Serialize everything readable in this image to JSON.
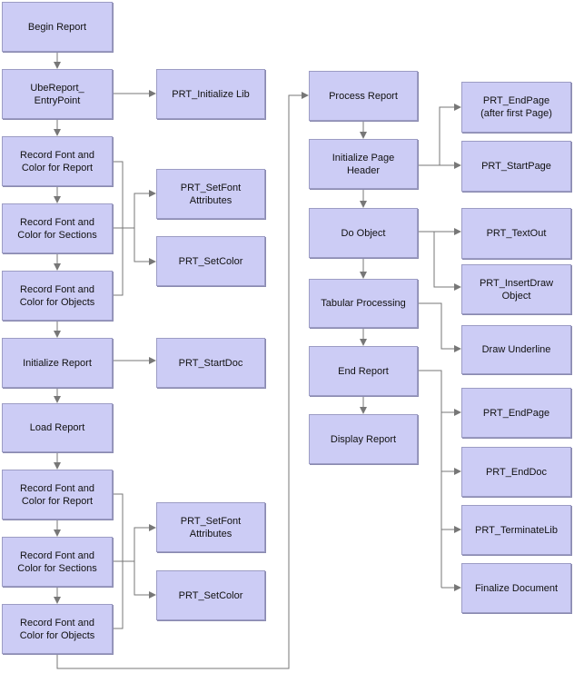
{
  "nodes": {
    "begin_report": "Begin Report",
    "ube_report_entry": "UbeReport_\nEntryPoint",
    "prt_initialize_lib": "PRT_Initialize Lib",
    "record_font_report_1": "Record Font and\nColor for Report",
    "record_font_sections_1": "Record Font and\nColor for Sections",
    "record_font_objects_1": "Record Font and\nColor for Objects",
    "prt_setfont_attributes_1": "PRT_SetFont\nAttributes",
    "prt_setcolor_1": "PRT_SetColor",
    "initialize_report": "Initialize Report",
    "prt_startdoc": "PRT_StartDoc",
    "load_report": "Load Report",
    "record_font_report_2": "Record Font and\nColor for Report",
    "record_font_sections_2": "Record Font and\nColor for Sections",
    "record_font_objects_2": "Record Font and\nColor for Objects",
    "prt_setfont_attributes_2": "PRT_SetFont\nAttributes",
    "prt_setcolor_2": "PRT_SetColor",
    "process_report": "Process Report",
    "initialize_page_header": "Initialize Page\nHeader",
    "do_object": "Do Object",
    "tabular_processing": "Tabular Processing",
    "end_report": "End Report",
    "display_report": "Display Report",
    "prt_endpage_after_first": "PRT_EndPage\n(after first Page)",
    "prt_startpage": "PRT_StartPage",
    "prt_textout": "PRT_TextOut",
    "prt_insertdraw_object": "PRT_InsertDraw\nObject",
    "draw_underline": "Draw Underline",
    "prt_endpage": "PRT_EndPage",
    "prt_enddoc": "PRT_EndDoc",
    "prt_terminatelib": "PRT_TerminateLib",
    "finalize_document": "Finalize Document"
  },
  "colors": {
    "node_fill": "#ccccf5",
    "node_border": "#9c9cc4",
    "connector": "#777777"
  }
}
